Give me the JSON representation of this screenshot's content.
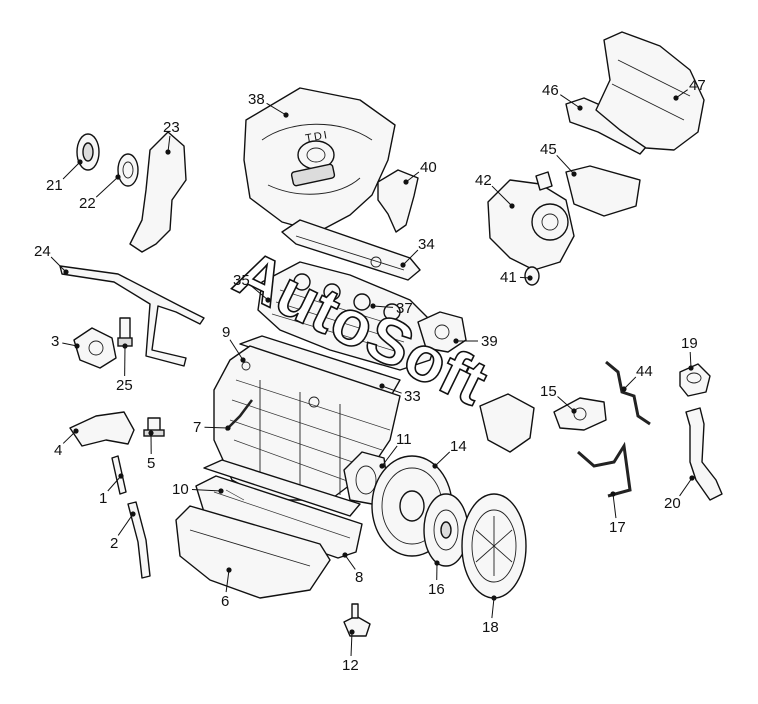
{
  "watermark": "AutoSoft",
  "cover_text": "TDI",
  "callouts": [
    {
      "id": "1",
      "label": "1"
    },
    {
      "id": "2",
      "label": "2"
    },
    {
      "id": "3",
      "label": "3"
    },
    {
      "id": "4",
      "label": "4"
    },
    {
      "id": "5",
      "label": "5"
    },
    {
      "id": "6",
      "label": "6"
    },
    {
      "id": "7",
      "label": "7"
    },
    {
      "id": "8",
      "label": "8"
    },
    {
      "id": "9",
      "label": "9"
    },
    {
      "id": "10",
      "label": "10"
    },
    {
      "id": "11",
      "label": "11"
    },
    {
      "id": "12",
      "label": "12"
    },
    {
      "id": "14",
      "label": "14"
    },
    {
      "id": "15",
      "label": "15"
    },
    {
      "id": "16",
      "label": "16"
    },
    {
      "id": "17",
      "label": "17"
    },
    {
      "id": "18",
      "label": "18"
    },
    {
      "id": "19",
      "label": "19"
    },
    {
      "id": "20",
      "label": "20"
    },
    {
      "id": "21",
      "label": "21"
    },
    {
      "id": "22",
      "label": "22"
    },
    {
      "id": "23",
      "label": "23"
    },
    {
      "id": "24",
      "label": "24"
    },
    {
      "id": "25",
      "label": "25"
    },
    {
      "id": "33",
      "label": "33"
    },
    {
      "id": "34",
      "label": "34"
    },
    {
      "id": "35",
      "label": "35"
    },
    {
      "id": "37",
      "label": "37"
    },
    {
      "id": "38",
      "label": "38"
    },
    {
      "id": "39",
      "label": "39"
    },
    {
      "id": "40",
      "label": "40"
    },
    {
      "id": "41",
      "label": "41"
    },
    {
      "id": "42",
      "label": "42"
    },
    {
      "id": "44",
      "label": "44"
    },
    {
      "id": "45",
      "label": "45"
    },
    {
      "id": "46",
      "label": "46"
    },
    {
      "id": "47",
      "label": "47"
    }
  ]
}
